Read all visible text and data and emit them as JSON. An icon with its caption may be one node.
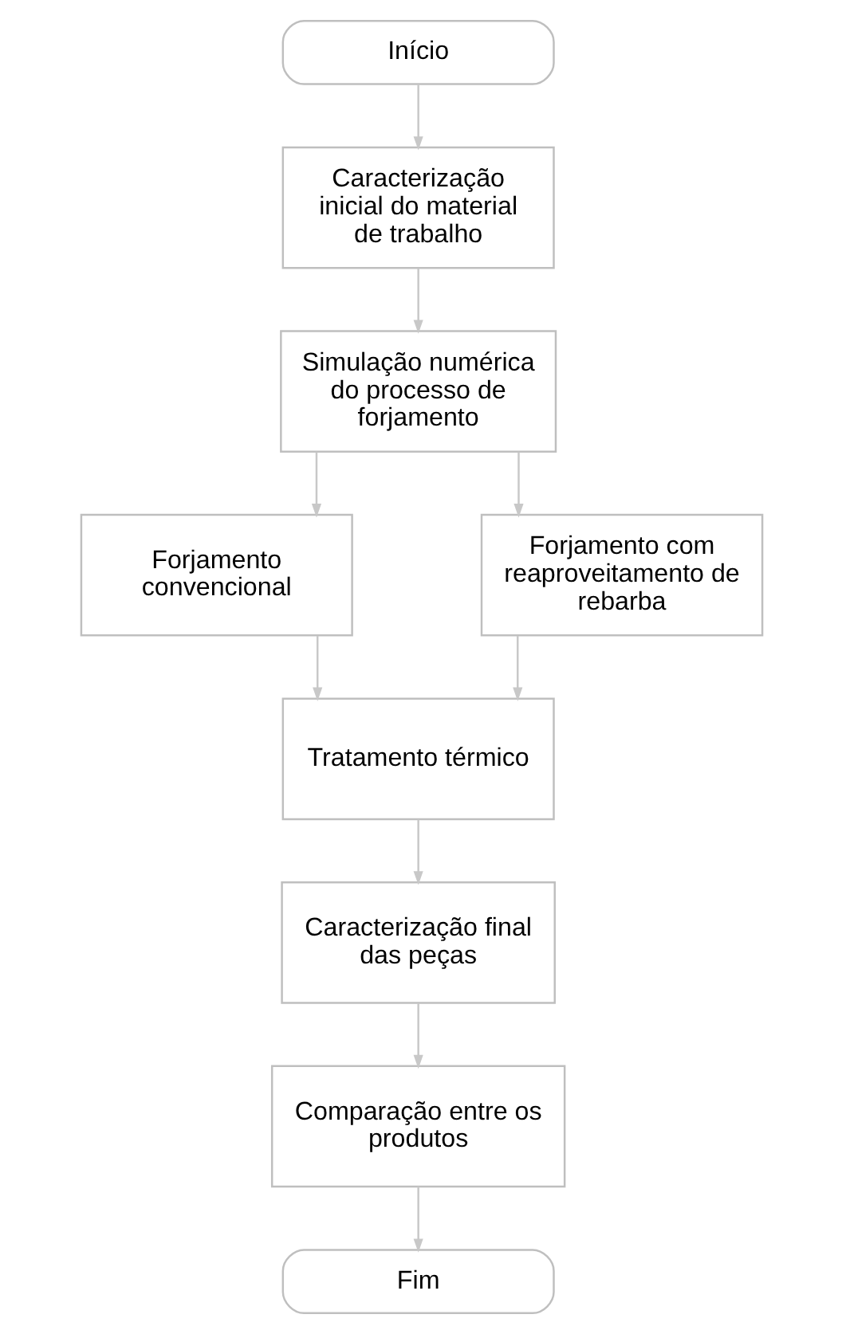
{
  "diagram": {
    "nodes": [
      {
        "text": [
          "Início"
        ]
      },
      {
        "text": [
          "Caracterização inicial do material de trabalho"
        ]
      },
      {
        "text": [
          "Simulação numérica do processo de forjamento"
        ]
      },
      {
        "text": [
          "Forjamento convencional"
        ]
      },
      {
        "text": [
          "Forjamento com reaproveitamento de rebarba"
        ]
      },
      {
        "text": [
          "Tratamento térmico"
        ]
      },
      {
        "text": [
          "Caracterização final das peças"
        ]
      },
      {
        "text": [
          "Comparação entre os produtos"
        ]
      },
      {
        "text": [
          "Fim"
        ]
      }
    ],
    "edges": [
      {
        "from": 0,
        "to": 1,
        "arrow": "to"
      },
      {
        "from": 1,
        "to": 2,
        "arrow": "to"
      },
      {
        "from": 2,
        "to": 3,
        "arrow": "to"
      },
      {
        "from": 2,
        "to": 4,
        "arrow": "to"
      },
      {
        "from": 3,
        "to": 5,
        "arrow": "to"
      },
      {
        "from": 4,
        "to": 5,
        "arrow": "to"
      },
      {
        "from": 5,
        "to": 6,
        "arrow": "to"
      },
      {
        "from": 6,
        "to": 7,
        "arrow": "to"
      },
      {
        "from": 7,
        "to": 8,
        "arrow": "to"
      }
    ]
  }
}
